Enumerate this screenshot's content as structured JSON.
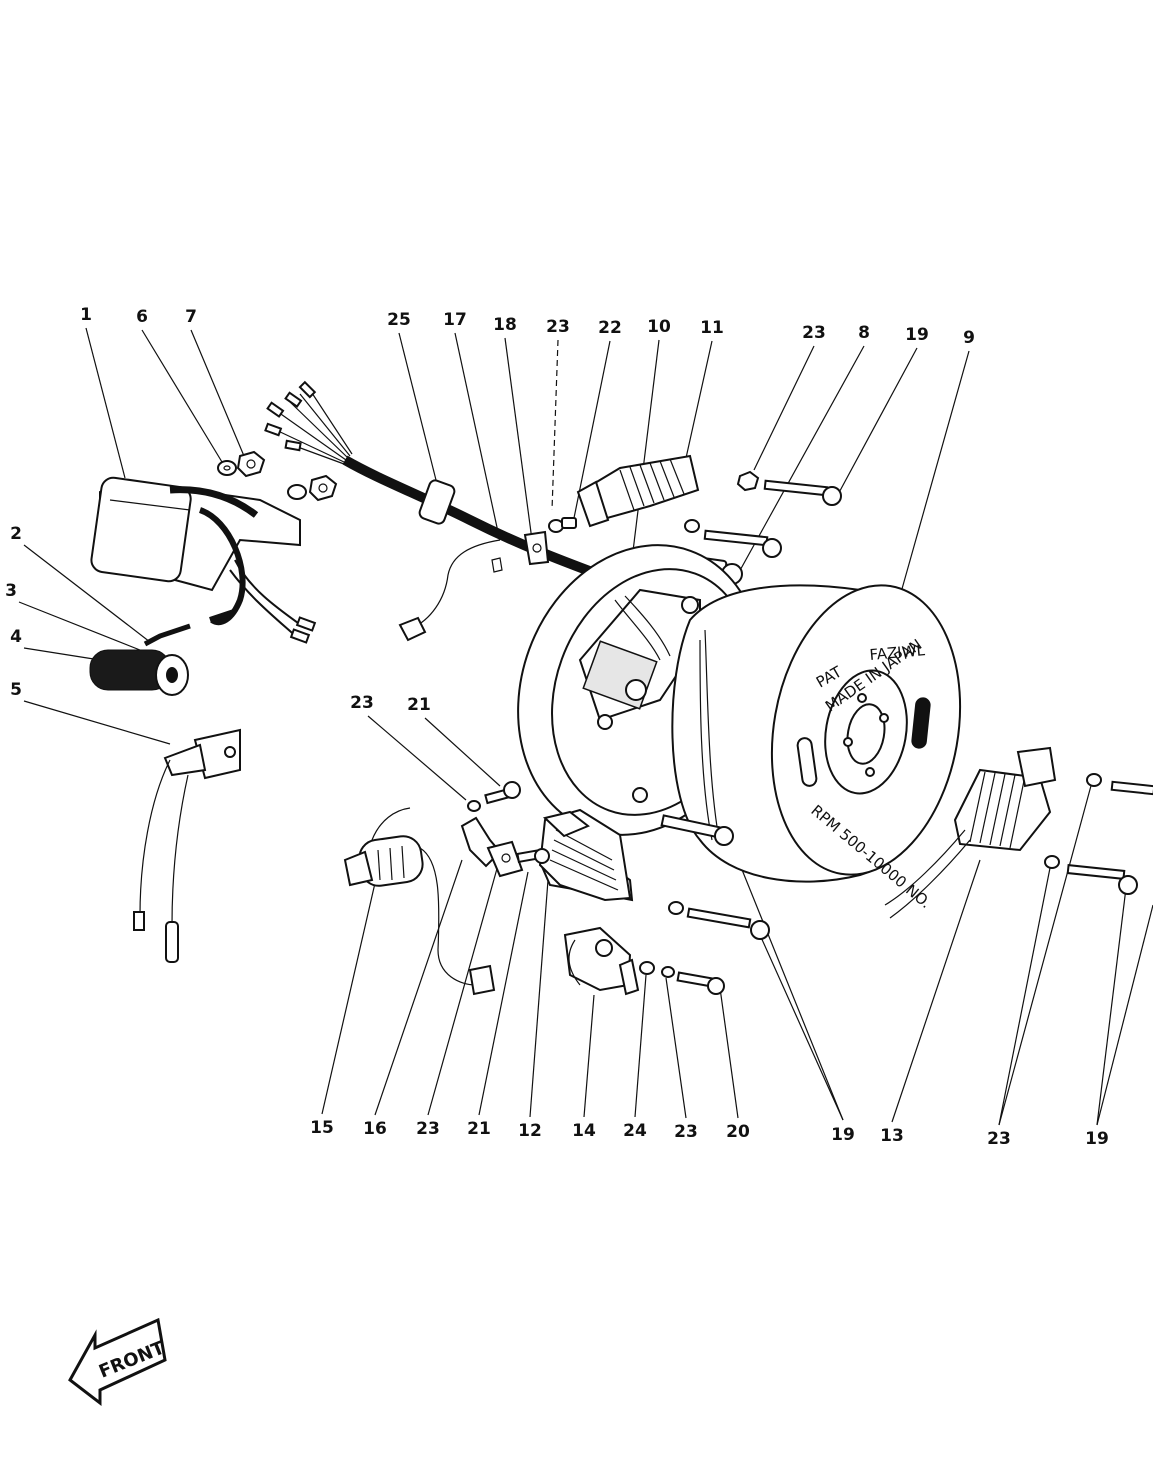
{
  "diagram": {
    "callouts_top": [
      "1",
      "6",
      "7",
      "25",
      "17",
      "18",
      "23",
      "22",
      "10",
      "11",
      "23",
      "8",
      "19",
      "9"
    ],
    "callouts_left": [
      "2",
      "3",
      "4",
      "5"
    ],
    "callouts_mid": [
      "23",
      "21"
    ],
    "callouts_bottom": [
      "15",
      "16",
      "23",
      "21",
      "12",
      "14",
      "24",
      "23",
      "20",
      "19",
      "13",
      "23",
      "19"
    ],
    "flywheel_marking": {
      "line1": "PAT",
      "line2": "FAZIWL",
      "line3": "MADE IN JAPAN",
      "line4": "RPM 500-10000 NO."
    },
    "front_label": "FRONT"
  }
}
